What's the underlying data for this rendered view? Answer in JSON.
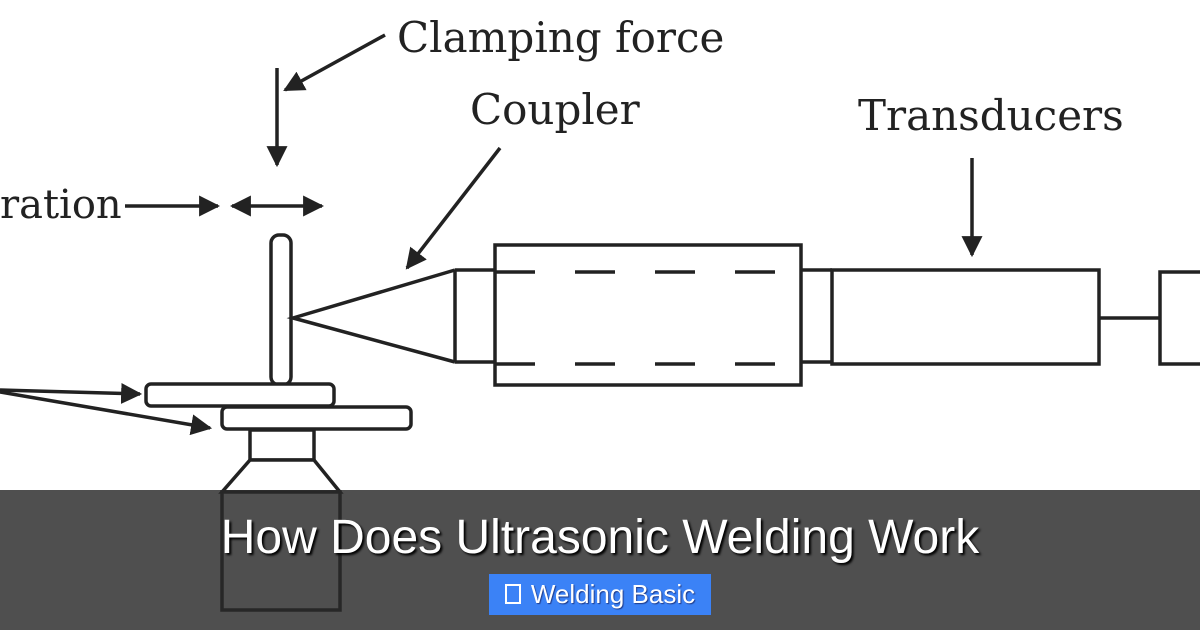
{
  "diagram": {
    "labels": {
      "clamping_force": "Clamping force",
      "coupler": "Coupler",
      "transducers": "Transducers",
      "vibration": "ration"
    }
  },
  "overlay": {
    "title": "How Does Ultrasonic Welding Work",
    "category": "Welding Basic",
    "category_icon": "folder-icon",
    "background": "#3a3a3a",
    "badge_color": "#3b82f6"
  }
}
